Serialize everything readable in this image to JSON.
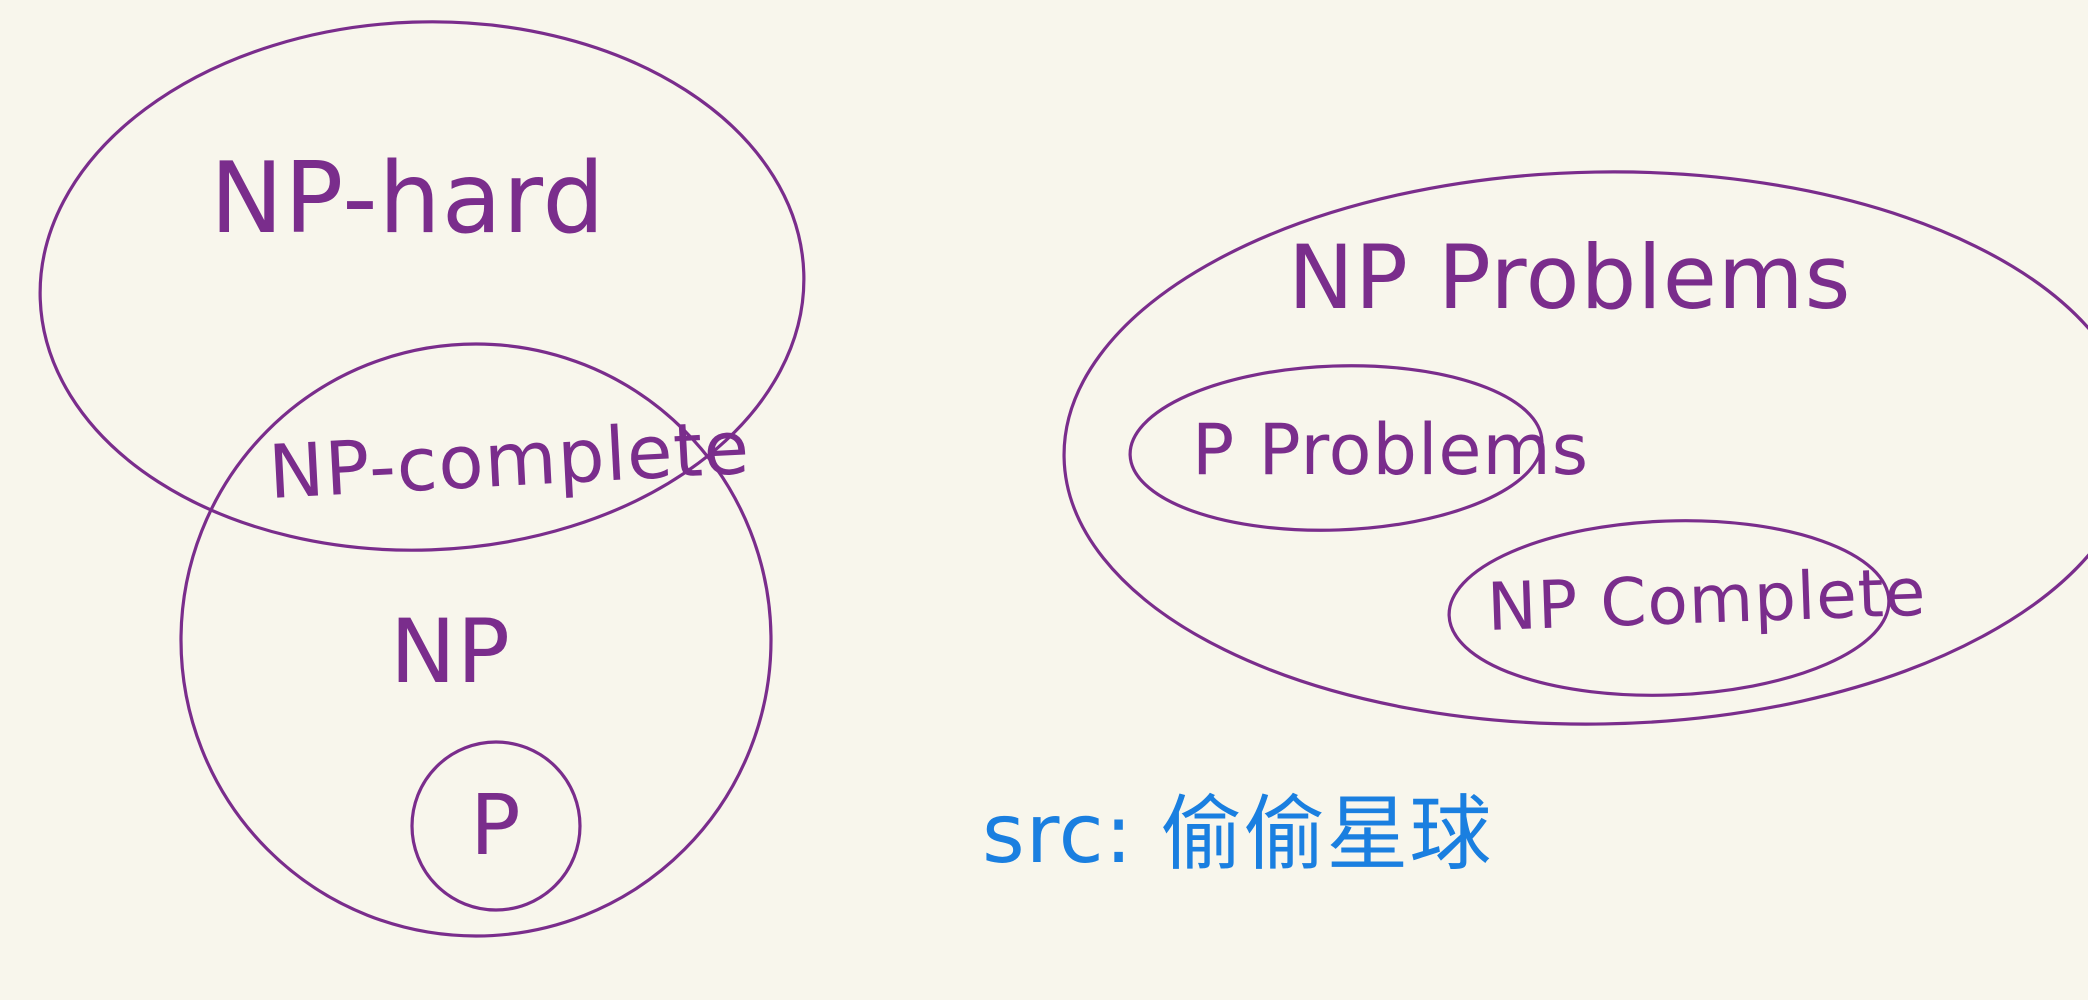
{
  "colors": {
    "background": "#f8f6ec",
    "ink_purple": "#7a2d8c",
    "ink_blue": "#1a7fe0"
  },
  "left_diagram": {
    "np_hard_label": "NP-hard",
    "np_complete_label": "NP-complete",
    "np_label": "NP",
    "p_label": "P"
  },
  "right_diagram": {
    "np_problems_label": "NP Problems",
    "p_problems_label": "P Problems",
    "np_complete_label": "NP Complete"
  },
  "source_note": "src: 偷偷星球"
}
